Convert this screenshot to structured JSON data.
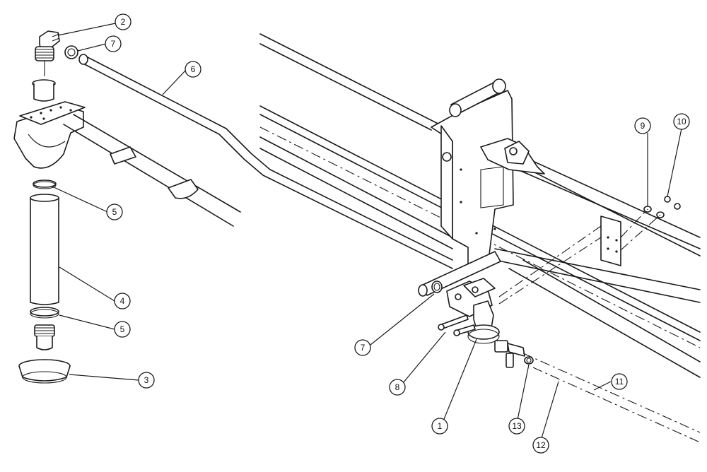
{
  "diagram": {
    "callouts": [
      {
        "id": "c2",
        "label": "2"
      },
      {
        "id": "c7a",
        "label": "7"
      },
      {
        "id": "c6",
        "label": "6"
      },
      {
        "id": "c5a",
        "label": "5"
      },
      {
        "id": "c4",
        "label": "4"
      },
      {
        "id": "c5b",
        "label": "5"
      },
      {
        "id": "c3",
        "label": "3"
      },
      {
        "id": "c9",
        "label": "9"
      },
      {
        "id": "c10",
        "label": "10"
      },
      {
        "id": "c7b",
        "label": "7"
      },
      {
        "id": "c8",
        "label": "8"
      },
      {
        "id": "c1",
        "label": "1"
      },
      {
        "id": "c13",
        "label": "13"
      },
      {
        "id": "c12",
        "label": "12"
      },
      {
        "id": "c11",
        "label": "11"
      }
    ]
  }
}
